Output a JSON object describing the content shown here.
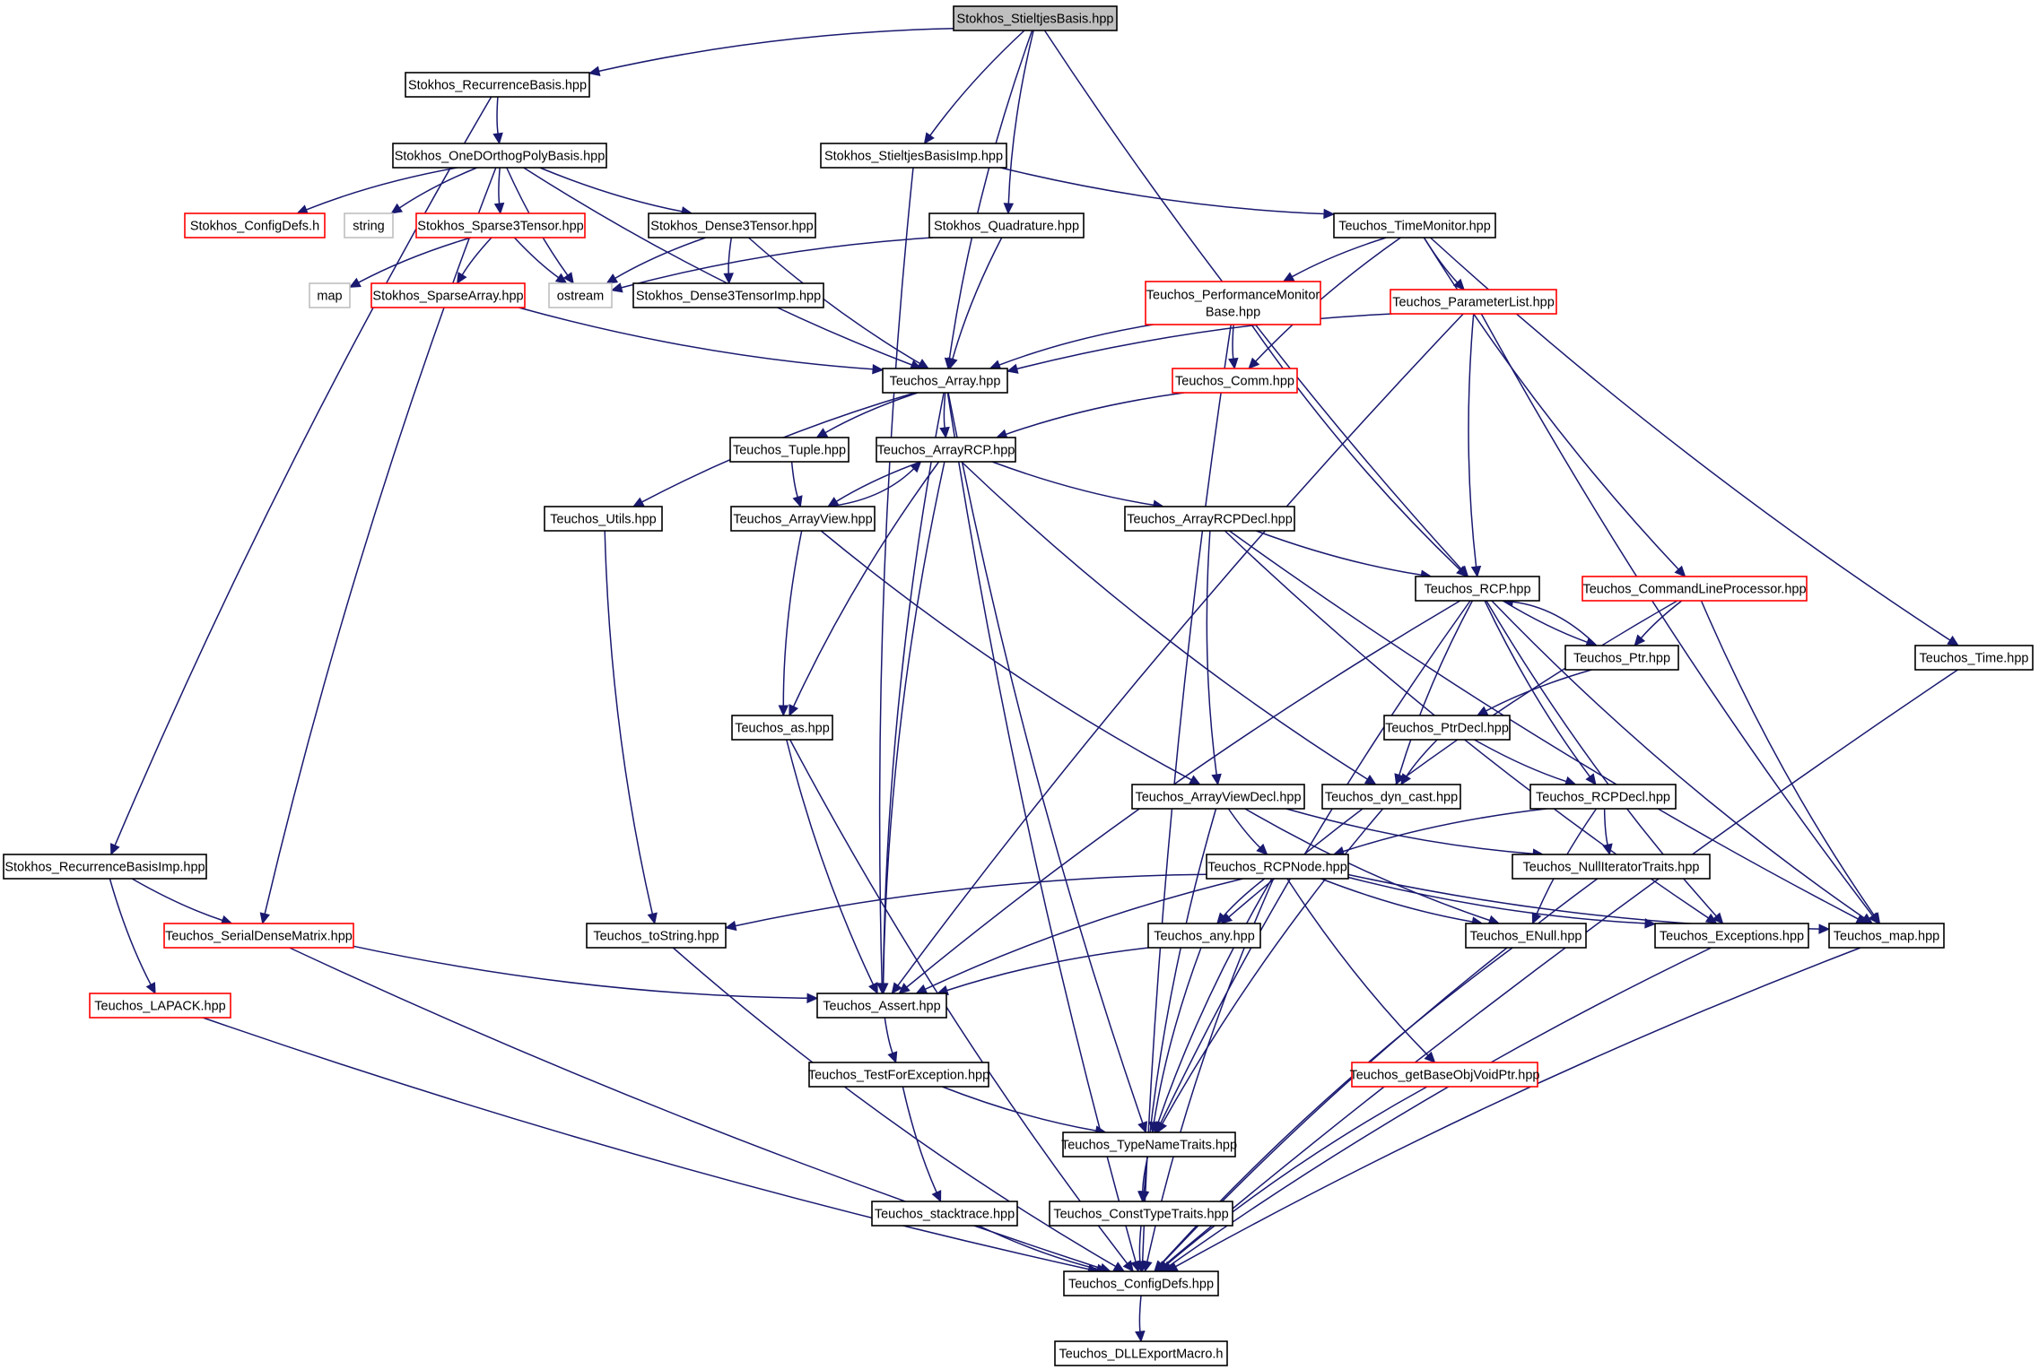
{
  "diagram": {
    "type": "include-dependency-graph",
    "colors": {
      "edge": "#191970",
      "root_fill": "#bfbfbf",
      "normal_border": "#000000",
      "truncated_border": "#ff0000",
      "external_border": "#bfbfbf"
    },
    "nodes": [
      {
        "id": "root",
        "lines": [
          "Stokhos_StieltjesBasis.hpp"
        ],
        "style": "root"
      },
      {
        "id": "recurrence",
        "lines": [
          "Stokhos_RecurrenceBasis.hpp"
        ],
        "style": "normal"
      },
      {
        "id": "onedortho",
        "lines": [
          "Stokhos_OneDOrthogPolyBasis.hpp"
        ],
        "style": "normal"
      },
      {
        "id": "stieltjesimp",
        "lines": [
          "Stokhos_StieltjesBasisImp.hpp"
        ],
        "style": "normal"
      },
      {
        "id": "configdefs_h",
        "lines": [
          "Stokhos_ConfigDefs.h"
        ],
        "style": "red"
      },
      {
        "id": "string",
        "lines": [
          "string"
        ],
        "style": "gray"
      },
      {
        "id": "sparse3",
        "lines": [
          "Stokhos_Sparse3Tensor.hpp"
        ],
        "style": "red"
      },
      {
        "id": "dense3",
        "lines": [
          "Stokhos_Dense3Tensor.hpp"
        ],
        "style": "normal"
      },
      {
        "id": "quadrature",
        "lines": [
          "Stokhos_Quadrature.hpp"
        ],
        "style": "normal"
      },
      {
        "id": "timemonitor",
        "lines": [
          "Teuchos_TimeMonitor.hpp"
        ],
        "style": "normal"
      },
      {
        "id": "map",
        "lines": [
          "map"
        ],
        "style": "gray"
      },
      {
        "id": "sparsearray",
        "lines": [
          "Stokhos_SparseArray.hpp"
        ],
        "style": "red"
      },
      {
        "id": "ostream",
        "lines": [
          "ostream"
        ],
        "style": "gray"
      },
      {
        "id": "dense3imp",
        "lines": [
          "Stokhos_Dense3TensorImp.hpp"
        ],
        "style": "normal"
      },
      {
        "id": "perfmon",
        "lines": [
          "Teuchos_PerformanceMonitor",
          "Base.hpp"
        ],
        "style": "red"
      },
      {
        "id": "paramlist",
        "lines": [
          "Teuchos_ParameterList.hpp"
        ],
        "style": "red"
      },
      {
        "id": "array",
        "lines": [
          "Teuchos_Array.hpp"
        ],
        "style": "normal"
      },
      {
        "id": "comm",
        "lines": [
          "Teuchos_Comm.hpp"
        ],
        "style": "red"
      },
      {
        "id": "tuple",
        "lines": [
          "Teuchos_Tuple.hpp"
        ],
        "style": "normal"
      },
      {
        "id": "arrayrcp",
        "lines": [
          "Teuchos_ArrayRCP.hpp"
        ],
        "style": "normal"
      },
      {
        "id": "utils",
        "lines": [
          "Teuchos_Utils.hpp"
        ],
        "style": "normal"
      },
      {
        "id": "arrayview",
        "lines": [
          "Teuchos_ArrayView.hpp"
        ],
        "style": "normal"
      },
      {
        "id": "arrayrcpdecl",
        "lines": [
          "Teuchos_ArrayRCPDecl.hpp"
        ],
        "style": "normal"
      },
      {
        "id": "rcp",
        "lines": [
          "Teuchos_RCP.hpp"
        ],
        "style": "normal"
      },
      {
        "id": "cmdline",
        "lines": [
          "Teuchos_CommandLineProcessor.hpp"
        ],
        "style": "red"
      },
      {
        "id": "ptr",
        "lines": [
          "Teuchos_Ptr.hpp"
        ],
        "style": "normal"
      },
      {
        "id": "time",
        "lines": [
          "Teuchos_Time.hpp"
        ],
        "style": "normal"
      },
      {
        "id": "ptrdecl",
        "lines": [
          "Teuchos_PtrDecl.hpp"
        ],
        "style": "normal"
      },
      {
        "id": "as",
        "lines": [
          "Teuchos_as.hpp"
        ],
        "style": "normal"
      },
      {
        "id": "arrayviewdecl",
        "lines": [
          "Teuchos_ArrayViewDecl.hpp"
        ],
        "style": "normal"
      },
      {
        "id": "dyncast",
        "lines": [
          "Teuchos_dyn_cast.hpp"
        ],
        "style": "normal"
      },
      {
        "id": "rcpdecl",
        "lines": [
          "Teuchos_RCPDecl.hpp"
        ],
        "style": "normal"
      },
      {
        "id": "recimp",
        "lines": [
          "Stokhos_RecurrenceBasisImp.hpp"
        ],
        "style": "normal"
      },
      {
        "id": "rcpnode",
        "lines": [
          "Teuchos_RCPNode.hpp"
        ],
        "style": "normal"
      },
      {
        "id": "nulliter",
        "lines": [
          "Teuchos_NullIteratorTraits.hpp"
        ],
        "style": "normal"
      },
      {
        "id": "serialdense",
        "lines": [
          "Teuchos_SerialDenseMatrix.hpp"
        ],
        "style": "red"
      },
      {
        "id": "tostring",
        "lines": [
          "Teuchos_toString.hpp"
        ],
        "style": "normal"
      },
      {
        "id": "any",
        "lines": [
          "Teuchos_any.hpp"
        ],
        "style": "normal"
      },
      {
        "id": "enull",
        "lines": [
          "Teuchos_ENull.hpp"
        ],
        "style": "normal"
      },
      {
        "id": "exceptions",
        "lines": [
          "Teuchos_Exceptions.hpp"
        ],
        "style": "normal"
      },
      {
        "id": "tmap",
        "lines": [
          "Teuchos_map.hpp"
        ],
        "style": "normal"
      },
      {
        "id": "lapack",
        "lines": [
          "Teuchos_LAPACK.hpp"
        ],
        "style": "red"
      },
      {
        "id": "assert",
        "lines": [
          "Teuchos_Assert.hpp"
        ],
        "style": "normal"
      },
      {
        "id": "testforexc",
        "lines": [
          "Teuchos_TestForException.hpp"
        ],
        "style": "normal"
      },
      {
        "id": "getbaseobj",
        "lines": [
          "Teuchos_getBaseObjVoidPtr.hpp"
        ],
        "style": "red"
      },
      {
        "id": "typename",
        "lines": [
          "Teuchos_TypeNameTraits.hpp"
        ],
        "style": "normal"
      },
      {
        "id": "stacktrace",
        "lines": [
          "Teuchos_stacktrace.hpp"
        ],
        "style": "normal"
      },
      {
        "id": "consttype",
        "lines": [
          "Teuchos_ConstTypeTraits.hpp"
        ],
        "style": "normal"
      },
      {
        "id": "tconfigdefs",
        "lines": [
          "Teuchos_ConfigDefs.hpp"
        ],
        "style": "normal"
      },
      {
        "id": "dllexport",
        "lines": [
          "Teuchos_DLLExportMacro.h"
        ],
        "style": "normal"
      }
    ],
    "edges": [
      [
        "root",
        "recurrence"
      ],
      [
        "root",
        "stieltjesimp"
      ],
      [
        "root",
        "quadrature"
      ],
      [
        "root",
        "array"
      ],
      [
        "root",
        "rcp"
      ],
      [
        "recurrence",
        "onedortho"
      ],
      [
        "recurrence",
        "recimp"
      ],
      [
        "onedortho",
        "configdefs_h"
      ],
      [
        "onedortho",
        "string"
      ],
      [
        "onedortho",
        "sparse3"
      ],
      [
        "onedortho",
        "ostream"
      ],
      [
        "onedortho",
        "dense3"
      ],
      [
        "onedortho",
        "array"
      ],
      [
        "onedortho",
        "serialdense"
      ],
      [
        "stieltjesimp",
        "timemonitor"
      ],
      [
        "stieltjesimp",
        "assert"
      ],
      [
        "sparse3",
        "map"
      ],
      [
        "sparse3",
        "sparsearray"
      ],
      [
        "sparse3",
        "ostream"
      ],
      [
        "dense3",
        "ostream"
      ],
      [
        "dense3",
        "dense3imp"
      ],
      [
        "dense3",
        "array"
      ],
      [
        "quadrature",
        "ostream"
      ],
      [
        "quadrature",
        "array"
      ],
      [
        "timemonitor",
        "perfmon"
      ],
      [
        "timemonitor",
        "paramlist"
      ],
      [
        "timemonitor",
        "comm"
      ],
      [
        "timemonitor",
        "cmdline"
      ],
      [
        "timemonitor",
        "time"
      ],
      [
        "sparsearray",
        "array"
      ],
      [
        "perfmon",
        "array"
      ],
      [
        "perfmon",
        "comm"
      ],
      [
        "perfmon",
        "rcp"
      ],
      [
        "perfmon",
        "tconfigdefs"
      ],
      [
        "paramlist",
        "array"
      ],
      [
        "paramlist",
        "rcp"
      ],
      [
        "paramlist",
        "assert"
      ],
      [
        "paramlist",
        "tmap"
      ],
      [
        "comm",
        "arrayrcp"
      ],
      [
        "array",
        "tuple"
      ],
      [
        "array",
        "arrayrcp"
      ],
      [
        "array",
        "utils"
      ],
      [
        "array",
        "assert"
      ],
      [
        "array",
        "typename"
      ],
      [
        "array",
        "tconfigdefs"
      ],
      [
        "tuple",
        "arrayview"
      ],
      [
        "arrayrcp",
        "arrayview"
      ],
      [
        "arrayrcp",
        "arrayrcpdecl"
      ],
      [
        "arrayrcp",
        "as"
      ],
      [
        "arrayrcp",
        "assert"
      ],
      [
        "arrayrcp",
        "dyncast"
      ],
      [
        "arrayview",
        "arrayrcp"
      ],
      [
        "arrayview",
        "as"
      ],
      [
        "arrayview",
        "arrayviewdecl"
      ],
      [
        "utils",
        "tostring"
      ],
      [
        "arrayrcpdecl",
        "rcp"
      ],
      [
        "arrayrcpdecl",
        "arrayviewdecl"
      ],
      [
        "arrayrcpdecl",
        "exceptions"
      ],
      [
        "arrayrcpdecl",
        "tmap"
      ],
      [
        "rcp",
        "ptr"
      ],
      [
        "rcp",
        "dyncast"
      ],
      [
        "rcp",
        "rcpdecl"
      ],
      [
        "rcp",
        "assert"
      ],
      [
        "rcp",
        "exceptions"
      ],
      [
        "rcp",
        "tmap"
      ],
      [
        "rcp",
        "typename"
      ],
      [
        "ptr",
        "rcp"
      ],
      [
        "ptr",
        "ptrdecl"
      ],
      [
        "cmdline",
        "ptr"
      ],
      [
        "cmdline",
        "any"
      ],
      [
        "cmdline",
        "tmap"
      ],
      [
        "time",
        "tconfigdefs"
      ],
      [
        "ptrdecl",
        "dyncast"
      ],
      [
        "ptrdecl",
        "rcpdecl"
      ],
      [
        "as",
        "assert"
      ],
      [
        "as",
        "tconfigdefs"
      ],
      [
        "arrayviewdecl",
        "rcpnode"
      ],
      [
        "arrayviewdecl",
        "nulliter"
      ],
      [
        "arrayviewdecl",
        "enull"
      ],
      [
        "arrayviewdecl",
        "consttype"
      ],
      [
        "dyncast",
        "typename"
      ],
      [
        "rcpdecl",
        "rcpnode"
      ],
      [
        "rcpdecl",
        "nulliter"
      ],
      [
        "rcpdecl",
        "enull"
      ],
      [
        "recimp",
        "serialdense"
      ],
      [
        "recimp",
        "lapack"
      ],
      [
        "rcpnode",
        "tostring"
      ],
      [
        "rcpnode",
        "any"
      ],
      [
        "rcpnode",
        "enull"
      ],
      [
        "rcpnode",
        "exceptions"
      ],
      [
        "rcpnode",
        "tmap"
      ],
      [
        "rcpnode",
        "assert"
      ],
      [
        "rcpnode",
        "typename"
      ],
      [
        "rcpnode",
        "getbaseobj"
      ],
      [
        "rcpnode",
        "tconfigdefs"
      ],
      [
        "nulliter",
        "tconfigdefs"
      ],
      [
        "serialdense",
        "assert"
      ],
      [
        "serialdense",
        "tconfigdefs"
      ],
      [
        "tostring",
        "tconfigdefs"
      ],
      [
        "any",
        "assert"
      ],
      [
        "any",
        "typename"
      ],
      [
        "enull",
        "tconfigdefs"
      ],
      [
        "exceptions",
        "tconfigdefs"
      ],
      [
        "tmap",
        "tconfigdefs"
      ],
      [
        "lapack",
        "tconfigdefs"
      ],
      [
        "assert",
        "testforexc"
      ],
      [
        "testforexc",
        "typename"
      ],
      [
        "testforexc",
        "stacktrace"
      ],
      [
        "getbaseobj",
        "tconfigdefs"
      ],
      [
        "typename",
        "consttype"
      ],
      [
        "stacktrace",
        "tconfigdefs"
      ],
      [
        "consttype",
        "tconfigdefs"
      ],
      [
        "tconfigdefs",
        "dllexport"
      ]
    ]
  }
}
